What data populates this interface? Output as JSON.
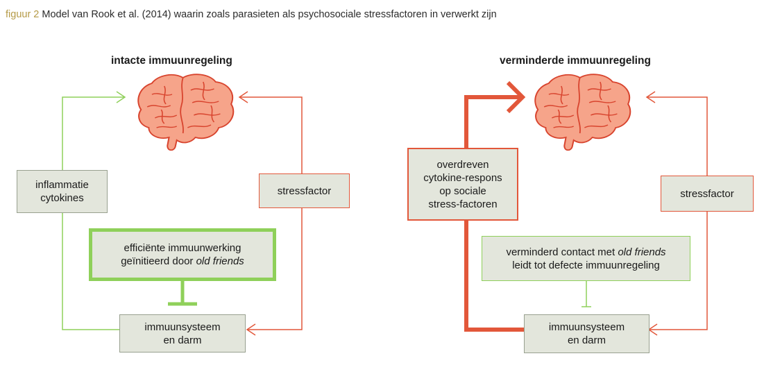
{
  "caption": {
    "figure_label": "figuur 2",
    "text": "Model van Rook et al. (2014) waarin zoals parasieten als psychosociale stressfactoren in verwerkt zijn"
  },
  "left_panel": {
    "heading": "intacte immuunregeling",
    "box_inflammation": [
      "inflammatie",
      "cytokines"
    ],
    "box_stress": "stressfactor",
    "box_efficient": {
      "line1": "efficiënte immuunwerking",
      "line2_prefix": "geïnitieerd door ",
      "line2_italic": "old friends"
    },
    "box_immune": [
      "immuunsysteem",
      "en darm"
    ]
  },
  "right_panel": {
    "heading": "verminderde immuunregeling",
    "box_cytokine": [
      "overdreven",
      "cytokine-respons",
      "op sociale",
      "stress-factoren"
    ],
    "box_stress": "stressfactor",
    "box_contact": {
      "line1_prefix": "verminderd contact met ",
      "line1_italic": "old friends",
      "line2": "leidt tot defecte immuunregeling"
    },
    "box_immune": [
      "immuunsysteem",
      "en darm"
    ]
  },
  "colors": {
    "green": "#8fd05a",
    "red": "#e2573a",
    "box_fill": "#e3e6dc",
    "brain_fill": "#f6a48a",
    "brain_line": "#d8442e",
    "caption_label": "#b59a47"
  },
  "icons": [
    "brain-icon"
  ]
}
